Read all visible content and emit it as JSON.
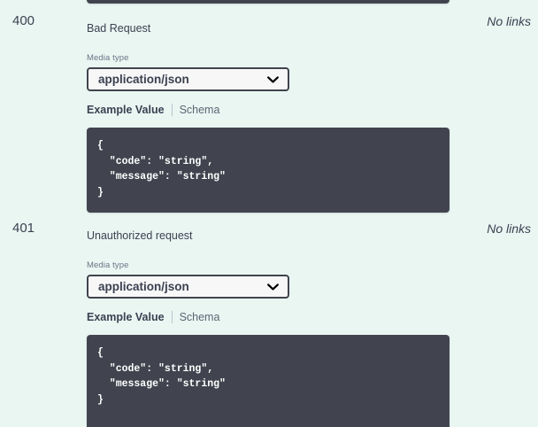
{
  "theme": {
    "background": "#e9f6f2",
    "code_background": "#41444e",
    "code_text": "#ffffff",
    "select_background": "#f7f7f7",
    "select_border": "#41444e",
    "text": "#3b4151",
    "muted_text": "#6b7588"
  },
  "responses": [
    {
      "status_code": "400",
      "description": "Bad Request",
      "links": "No links",
      "media_type_label": "Media type",
      "media_type_value": "application/json",
      "tabs": {
        "example_value": "Example Value",
        "schema": "Schema"
      },
      "example_code": "{\n  \"code\": \"string\",\n  \"message\": \"string\"\n}"
    },
    {
      "status_code": "401",
      "description": "Unauthorized request",
      "links": "No links",
      "media_type_label": "Media type",
      "media_type_value": "application/json",
      "tabs": {
        "example_value": "Example Value",
        "schema": "Schema"
      },
      "example_code": "{\n  \"code\": \"string\",\n  \"message\": \"string\"\n}"
    }
  ]
}
